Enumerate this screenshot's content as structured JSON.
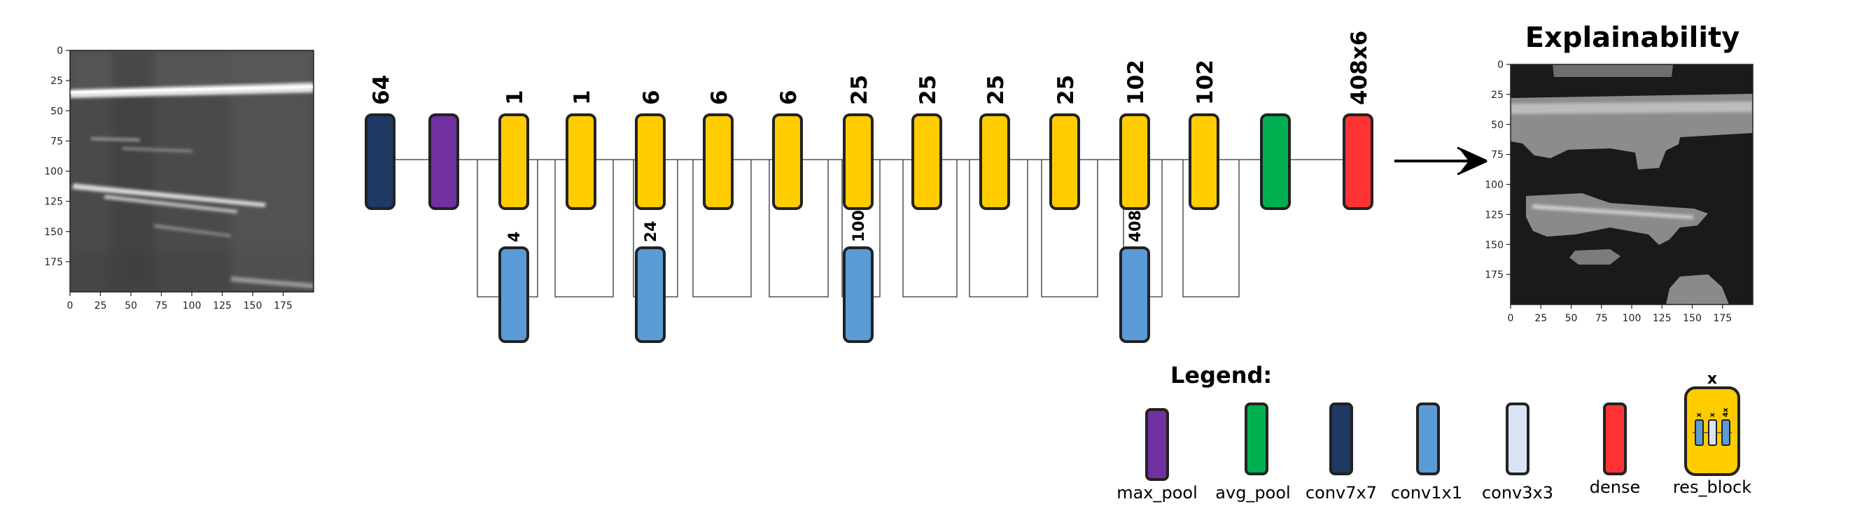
{
  "title": "Explainability",
  "input_axes": {
    "y_ticks": [
      "0",
      "25",
      "50",
      "75",
      "100",
      "125",
      "150",
      "175"
    ],
    "x_ticks": [
      "0",
      "25",
      "50",
      "75",
      "100",
      "125",
      "150",
      "175"
    ]
  },
  "output_axes": {
    "y_ticks": [
      "0",
      "25",
      "50",
      "75",
      "100",
      "125",
      "150",
      "175"
    ],
    "x_ticks": [
      "0",
      "25",
      "50",
      "75",
      "100",
      "125",
      "150",
      "175"
    ]
  },
  "blocks": [
    {
      "id": "b0",
      "type": "conv7x7",
      "label": "64"
    },
    {
      "id": "b1",
      "type": "max_pool",
      "label": ""
    },
    {
      "id": "b2",
      "type": "res_block",
      "label": "1"
    },
    {
      "id": "b3",
      "type": "res_block",
      "label": "1"
    },
    {
      "id": "b4",
      "type": "res_block",
      "label": "6"
    },
    {
      "id": "b5",
      "type": "res_block",
      "label": "6"
    },
    {
      "id": "b6",
      "type": "res_block",
      "label": "6"
    },
    {
      "id": "b7",
      "type": "res_block",
      "label": "25"
    },
    {
      "id": "b8",
      "type": "res_block",
      "label": "25"
    },
    {
      "id": "b9",
      "type": "res_block",
      "label": "25"
    },
    {
      "id": "b10",
      "type": "res_block",
      "label": "25"
    },
    {
      "id": "b11",
      "type": "res_block",
      "label": "102"
    },
    {
      "id": "b12",
      "type": "res_block",
      "label": "102"
    },
    {
      "id": "b13",
      "type": "avg_pool",
      "label": ""
    },
    {
      "id": "b14",
      "type": "dense",
      "label": "408x6"
    }
  ],
  "shortcuts": [
    {
      "id": "s0",
      "label": "4"
    },
    {
      "id": "s1",
      "label": "24"
    },
    {
      "id": "s2",
      "label": "100"
    },
    {
      "id": "s3",
      "label": "408"
    }
  ],
  "legend": {
    "title": "Legend:",
    "items": [
      {
        "type": "max_pool",
        "label": "max_pool"
      },
      {
        "type": "avg_pool",
        "label": "avg_pool"
      },
      {
        "type": "conv7x7",
        "label": "conv7x7"
      },
      {
        "type": "conv1x1",
        "label": "conv1x1"
      },
      {
        "type": "conv3x3",
        "label": "conv3x3"
      },
      {
        "type": "dense",
        "label": "dense"
      },
      {
        "type": "res_block",
        "label": "res_block"
      }
    ],
    "res_block_top_label": "x",
    "res_block_inner_labels": [
      "x",
      "x",
      "4x"
    ]
  },
  "colors": {
    "conv7x7": "#1f3864",
    "max_pool": "#7030a0",
    "res_block": "#ffcc00",
    "conv1x1": "#5b9bd5",
    "conv3x3": "#dae3f3",
    "avg_pool": "#00b050",
    "dense": "#ff3333",
    "stroke": "#222222"
  },
  "icons": {
    "arrow": "arrow-right-icon"
  }
}
